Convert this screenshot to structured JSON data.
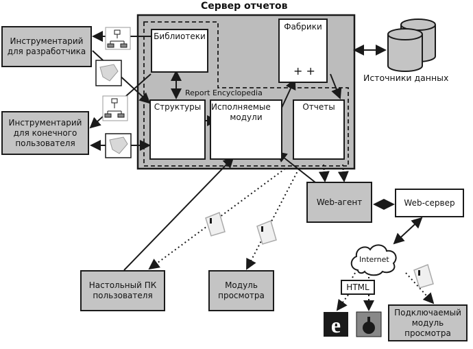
{
  "title": "Сервер отчетов",
  "server": {
    "encyclopedia_label": "Report Encyclopedia",
    "libraries": "Библиотеки",
    "factories": "Фабрики",
    "factory_symbol": "+ +",
    "structures": "Структуры",
    "executables_line1": "Исполняемые",
    "executables_line2": "модули",
    "reports": "Отчеты"
  },
  "external": {
    "dev_tools_line1": "Инструментарий",
    "dev_tools_line2": "для разработчика",
    "enduser_tools_line1": "Инструментарий",
    "enduser_tools_line2": "для конечного",
    "enduser_tools_line3": "пользователя",
    "data_sources": "Источники данных",
    "web_agent": "Web-агент",
    "web_server": "Web-сервер",
    "internet": "Internet",
    "html": "HTML",
    "desktop_line1": "Настольный ПК",
    "desktop_line2": "пользователя",
    "viewer_line1": "Модуль",
    "viewer_line2": "просмотра",
    "plugin_line1": "Подключаемый",
    "plugin_line2": "модуль",
    "plugin_line3": "просмотра"
  },
  "colors": {
    "server_fill": "#bcbcbc",
    "box_gray": "#c4c4c4",
    "line": "#1a1a1a"
  }
}
